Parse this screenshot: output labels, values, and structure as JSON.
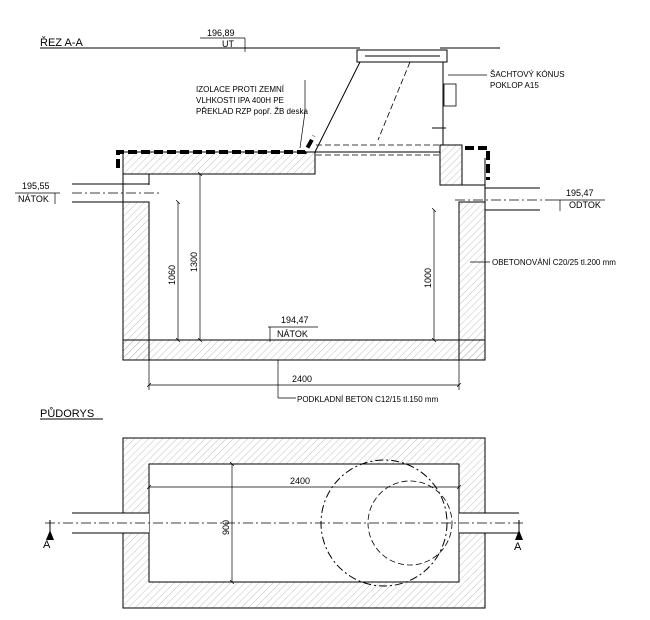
{
  "section": {
    "title": "ŘEZ A-A",
    "ground_level": "196,89",
    "ground_tag": "UT",
    "inlet_level": "195,55",
    "inlet_tag": "NÁTOK",
    "outlet_level": "195,47",
    "outlet_tag": "ODTOK",
    "bottom_level": "194,47",
    "bottom_tag": "NÁTOK",
    "dim_1060": "1060",
    "dim_1300": "1300",
    "dim_1000": "1000",
    "dim_2400": "2400",
    "label_insulation_1": "IZOLACE PROTI ZEMNÍ",
    "label_insulation_2": "VLHKOSTI IPA 400H PE",
    "label_insulation_3": "PŘEKLAD RZP popř. ŽB deska",
    "label_cone_1": "ŠACHTOVÝ KÓNUS",
    "label_cone_2": "POKLOP  A15",
    "label_concrete": "OBETONOVÁNÍ C20/25 tl.200 mm",
    "label_base": "PODKLADNÍ BETON C12/15 tl.150 mm"
  },
  "plan": {
    "title": "PŮDORYS",
    "dim_2400": "2400",
    "dim_900": "900",
    "section_mark_left": "A",
    "section_mark_right": "A"
  }
}
